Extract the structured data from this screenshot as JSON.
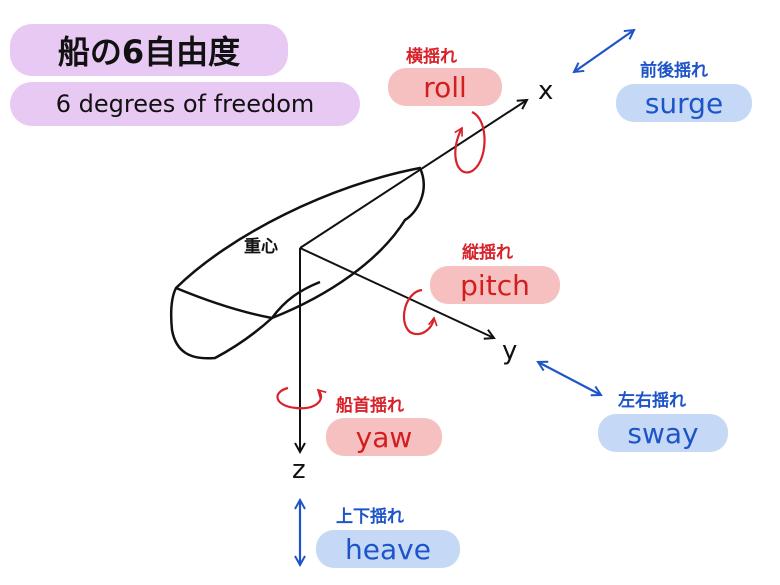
{
  "title": {
    "japanese": "船の6自由度",
    "english": "6 degrees of freedom"
  },
  "center_of_gravity": "重心",
  "axes": {
    "x": "x",
    "y": "y",
    "z": "z"
  },
  "rotations": {
    "roll": {
      "japanese": "横揺れ",
      "english": "roll"
    },
    "pitch": {
      "japanese": "縦揺れ",
      "english": "pitch"
    },
    "yaw": {
      "japanese": "船首揺れ",
      "english": "yaw"
    }
  },
  "translations": {
    "surge": {
      "japanese": "前後揺れ",
      "english": "surge"
    },
    "sway": {
      "japanese": "左右揺れ",
      "english": "sway"
    },
    "heave": {
      "japanese": "上下揺れ",
      "english": "heave"
    }
  },
  "colors": {
    "rotation_text": "#d8222a",
    "rotation_pill": "#f6c0c0",
    "translation_text": "#1d55c9",
    "translation_pill": "#c5d9f7",
    "title_pill": "#e8c9f3"
  }
}
